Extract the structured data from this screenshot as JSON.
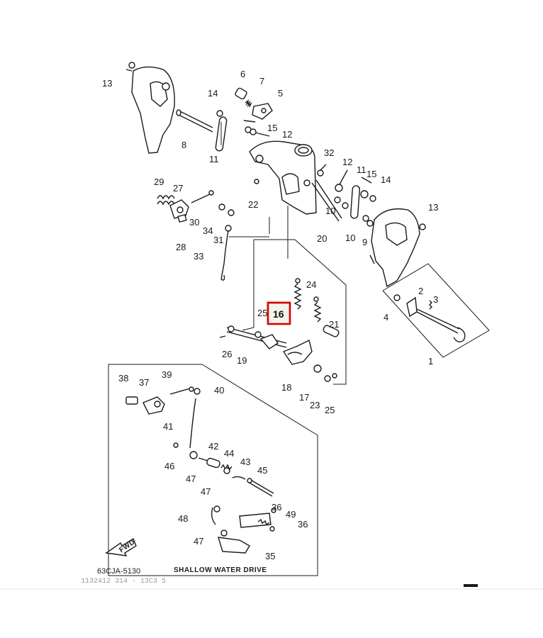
{
  "diagram": {
    "code": "63CJA-5130",
    "faint_code": "1132412 314 - 13C3 5",
    "box_caption": "SHALLOW WATER DRIVE",
    "arrow_label": "FWD",
    "highlight": {
      "label": "16",
      "color": "#d40000"
    },
    "labels": [
      "13",
      "6",
      "7",
      "5",
      "14",
      "15",
      "12",
      "8",
      "11",
      "32",
      "12",
      "11",
      "15",
      "14",
      "29",
      "27",
      "22",
      "13",
      "30",
      "10",
      "10",
      "34",
      "28",
      "31",
      "20",
      "9",
      "33",
      "24",
      "2",
      "3",
      "25",
      "4",
      "21",
      "26",
      "19",
      "1",
      "18",
      "17",
      "23",
      "25",
      "38",
      "37",
      "39",
      "40",
      "41",
      "42",
      "44",
      "43",
      "45",
      "46",
      "47",
      "47",
      "36",
      "48",
      "49",
      "36",
      "47",
      "35"
    ]
  }
}
